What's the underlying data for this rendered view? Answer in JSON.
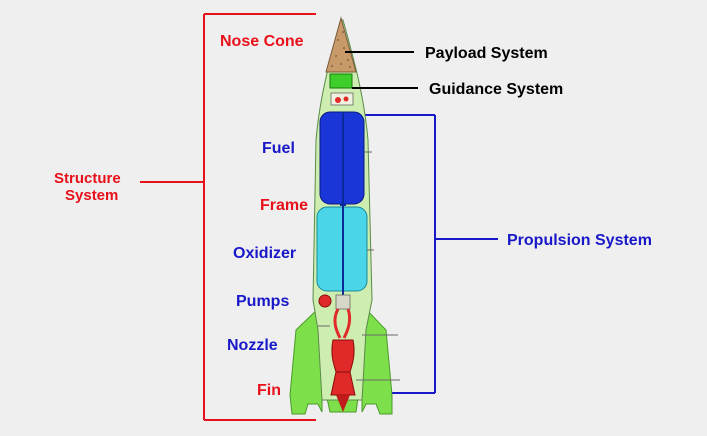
{
  "labels": {
    "nose_cone": "Nose Cone",
    "payload_system": "Payload System",
    "guidance_system": "Guidance System",
    "structure_system_line1": "Structure",
    "structure_system_line2": "System",
    "fuel": "Fuel",
    "frame": "Frame",
    "oxidizer": "Oxidizer",
    "pumps": "Pumps",
    "nozzle": "Nozzle",
    "fin": "Fin",
    "propulsion_system": "Propulsion System"
  },
  "colors": {
    "structure_red": "#e8101a",
    "propulsion_blue": "#1818c8",
    "body_green": "#cdeeb0",
    "fin_green": "#7de04a",
    "fuel_blue": "#1a35d8",
    "oxidizer_cyan": "#4ad6e8",
    "engine_red": "#e02a2a",
    "nose_tan": "#c89a6a"
  }
}
